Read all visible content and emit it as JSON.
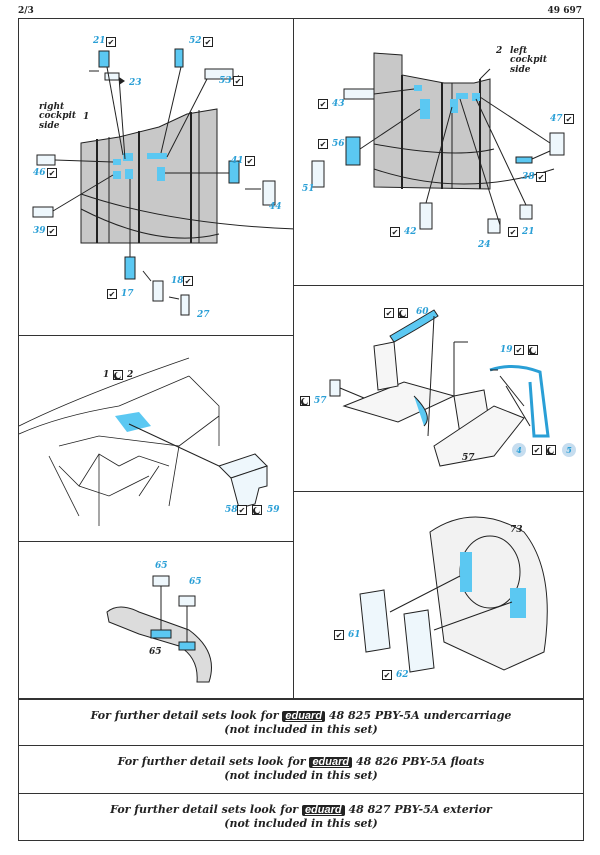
{
  "header": {
    "page": "2/3",
    "code": "49 697"
  },
  "colors": {
    "part": "#5bc8f2",
    "label": "#2a9fd6",
    "grey": "#c8c8c8",
    "line": "#222222"
  },
  "icons": {
    "check": "✔",
    "etch": "half-moon-box"
  },
  "panel1": {
    "side_note": [
      "right",
      "cockpit",
      "side"
    ],
    "step": "1",
    "parts": {
      "p21": "21",
      "p23": "23",
      "p52": "52",
      "p53": "53",
      "p41": "41",
      "p44": "44",
      "p46": "46",
      "p39": "39",
      "p17": "17",
      "p18": "18",
      "p27": "27"
    }
  },
  "panel2": {
    "side_note": [
      "left",
      "cockpit",
      "side"
    ],
    "step": "2",
    "parts": {
      "p43": "43",
      "p56": "56",
      "p51": "51",
      "p42": "42",
      "p24": "24",
      "p21": "21",
      "p47": "47",
      "p38": "38"
    }
  },
  "panel3": {
    "steps": {
      "a": "1",
      "b": "2"
    },
    "parts": {
      "p58": "58",
      "p59": "59"
    }
  },
  "panel4": {
    "parts": {
      "p60": "60",
      "p19": "19",
      "p57a": "57",
      "p57b": "57",
      "p4": "4",
      "p5": "5"
    }
  },
  "panel5": {
    "parts": {
      "p65a": "65",
      "p65b": "65",
      "p65c": "65"
    }
  },
  "panel6": {
    "parts": {
      "p73": "73",
      "p61": "61",
      "p62": "62"
    }
  },
  "footers": [
    {
      "prefix": "For further detail sets look for",
      "brand": "eduard",
      "product": "48 825 PBY-5A undercarriage",
      "note": "(not included in this set)"
    },
    {
      "prefix": "For further detail sets look for",
      "brand": "eduard",
      "product": "48 826 PBY-5A floats",
      "note": "(not included in this set)"
    },
    {
      "prefix": "For further detail sets look for",
      "brand": "eduard",
      "product": "48 827 PBY-5A exterior",
      "note": "(not included in this set)"
    }
  ]
}
